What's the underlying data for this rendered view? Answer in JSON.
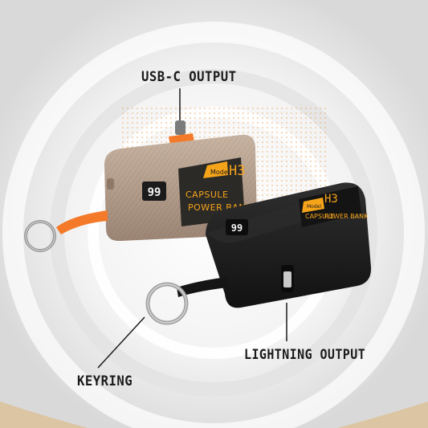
{
  "callouts": {
    "usb_c": "USB-C OUTPUT",
    "lightning": "LIGHTNING OUTPUT",
    "keyring": "KEYRING"
  },
  "devices": {
    "front": {
      "display": "99",
      "model_word": "Model",
      "model_code": "H3",
      "line1": "CAPSULE",
      "line2": "POWER BANK",
      "body_color": "#b69f8c",
      "accent": "#f47a2a"
    },
    "back": {
      "display": "99",
      "model_word": "Model",
      "model_code": "H3",
      "line1": "CAPSULE",
      "line2": "POWER BANK",
      "body_color": "#1e1e1e",
      "accent": "#f5a41a"
    }
  },
  "colors": {
    "background": "#ececec",
    "ring_accent": "#e3a13f"
  }
}
